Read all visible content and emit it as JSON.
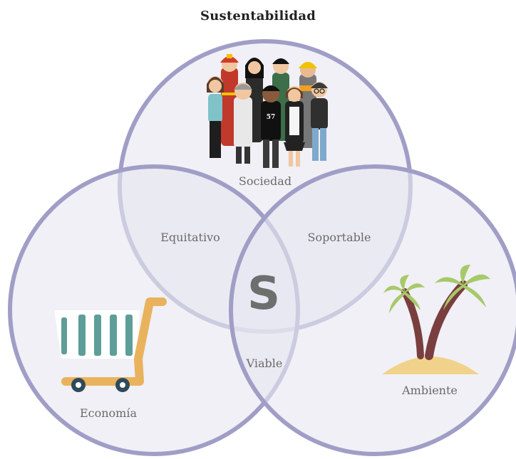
{
  "title": "Sustentabilidad",
  "circles": {
    "sociedad": "Sociedad",
    "economia": "Economía",
    "ambiente": "Ambiente"
  },
  "intersections": {
    "equitativo": "Equitativo",
    "soportable": "Soportable",
    "viable": "Viable"
  },
  "center": "S",
  "people": {
    "jersey_number": "57"
  },
  "colors": {
    "circle_fill": "#e6e6f0",
    "circle_stroke": "#9e9cc4",
    "cart": "#e9b25c",
    "cart_bars": "#5e9e98",
    "palm_leaf": "#a7c96a",
    "trunk": "#7a3e3e",
    "sand": "#f1d28a"
  },
  "icons": [
    "people-group-icon",
    "shopping-cart-icon",
    "palm-island-icon"
  ]
}
